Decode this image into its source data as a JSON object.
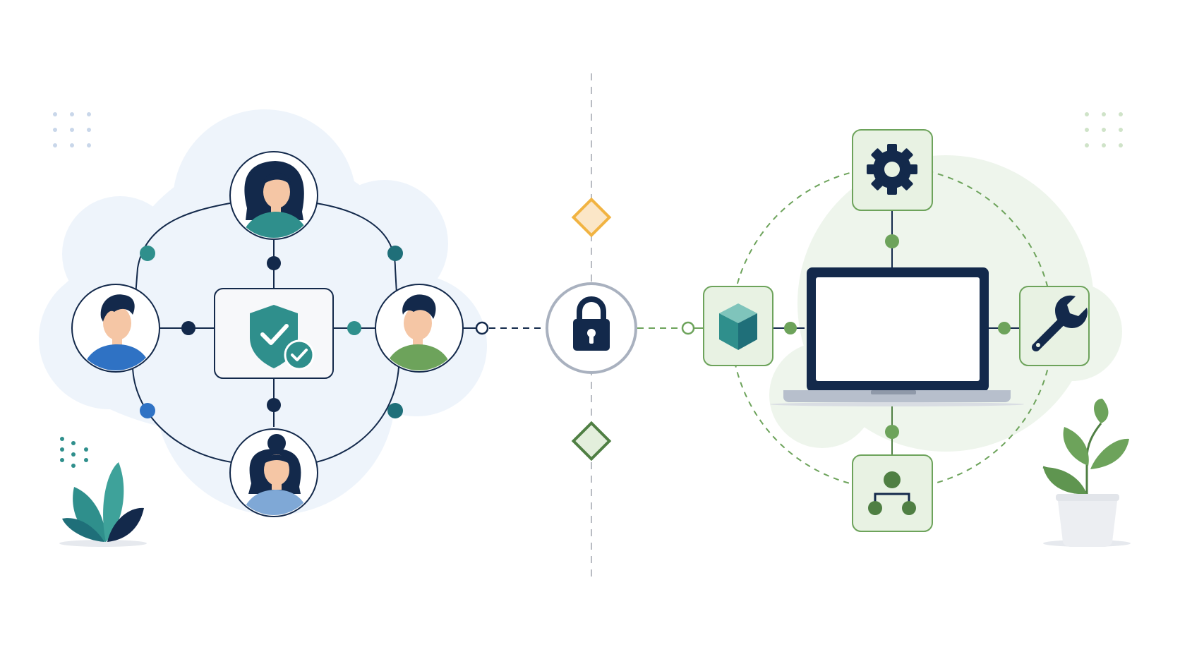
{
  "colors": {
    "navy": "#13294b",
    "teal": "#2f8f8c",
    "teal_dark": "#1f6f79",
    "blue": "#2f72c4",
    "light_blue": "#7fa8d6",
    "green": "#6da35b",
    "green_dark": "#4f7f43",
    "green_tile": "#e8f2e3",
    "orange": "#f1b341",
    "cloud_blue": "#eef4fb",
    "cloud_green": "#eef5ec",
    "lock_ring": "#a9b1bf"
  },
  "left_cluster": {
    "people": [
      {
        "role": "woman-avatar-top",
        "shirt": "#2f8f8c"
      },
      {
        "role": "man-avatar-left",
        "shirt": "#2f72c4"
      },
      {
        "role": "man-avatar-right",
        "shirt": "#6da35b"
      },
      {
        "role": "woman-avatar-bottom",
        "shirt": "#7fa8d6"
      }
    ],
    "center_icon": "shield-check-icon"
  },
  "middle": {
    "lock_icon": "padlock-icon",
    "top_marker": "orange-diamond",
    "bottom_marker": "green-diamond"
  },
  "right_cluster": {
    "device": "laptop-icon",
    "tiles": [
      "gear-icon",
      "cube-icon",
      "wrench-icon",
      "hierarchy-icon"
    ]
  },
  "decor": [
    "dots-grid-left",
    "dots-grid-right",
    "leaf-plant-left",
    "potted-plant-right"
  ]
}
